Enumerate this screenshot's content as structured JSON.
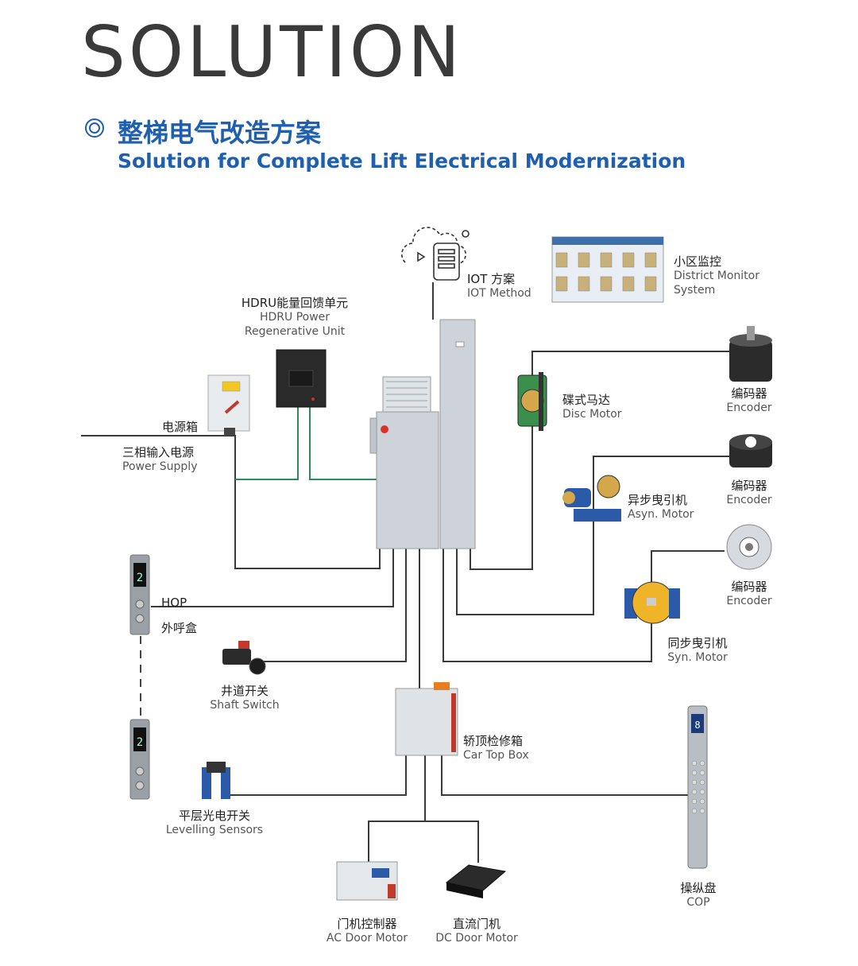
{
  "header": {
    "title": "SOLUTION",
    "subtitle_cn": "整梯电气改造方案",
    "subtitle_en": "Solution for Complete Lift Electrical Modernization"
  },
  "colors": {
    "accent": "#1f5fae",
    "line_dark": "#3a3a3a",
    "line_green": "#2e8b57"
  },
  "labels": {
    "iot": {
      "cn": "IOT 方案",
      "en": "IOT Method"
    },
    "district": {
      "cn": "小区监控",
      "en1": "District Monitor",
      "en2": "System"
    },
    "hdru": {
      "cn": "HDRU能量回馈单元",
      "en1": "HDRU Power",
      "en2": "Regenerative Unit"
    },
    "power_box": {
      "cn": "电源箱"
    },
    "power_supply": {
      "cn": "三相输入电源",
      "en": "Power Supply"
    },
    "disc_motor": {
      "cn": "碟式马达",
      "en": "Disc Motor"
    },
    "encoder1": {
      "cn": "编码器",
      "en": "Encoder"
    },
    "encoder2": {
      "cn": "编码器",
      "en": "Encoder"
    },
    "encoder3": {
      "cn": "编码器",
      "en": "Encoder"
    },
    "asyn_motor": {
      "cn": "异步曳引机",
      "en": "Asyn. Motor"
    },
    "syn_motor": {
      "cn": "同步曳引机",
      "en": "Syn. Motor"
    },
    "hop": {
      "en": "HOP",
      "cn": "外呼盒"
    },
    "shaft_switch": {
      "cn": "井道开关",
      "en": "Shaft Switch"
    },
    "car_top": {
      "cn": "轿顶检修箱",
      "en": "Car Top Box"
    },
    "levelling": {
      "cn": "平层光电开关",
      "en": "Levelling Sensors"
    },
    "cop": {
      "cn": "操纵盘",
      "en": "COP"
    },
    "ac_door": {
      "cn": "门机控制器",
      "en": "AC Door Motor"
    },
    "dc_door": {
      "cn": "直流门机",
      "en": "DC Door Motor"
    }
  },
  "hop_display": {
    "floor": "2"
  },
  "cop_display": {
    "floor": "8"
  }
}
